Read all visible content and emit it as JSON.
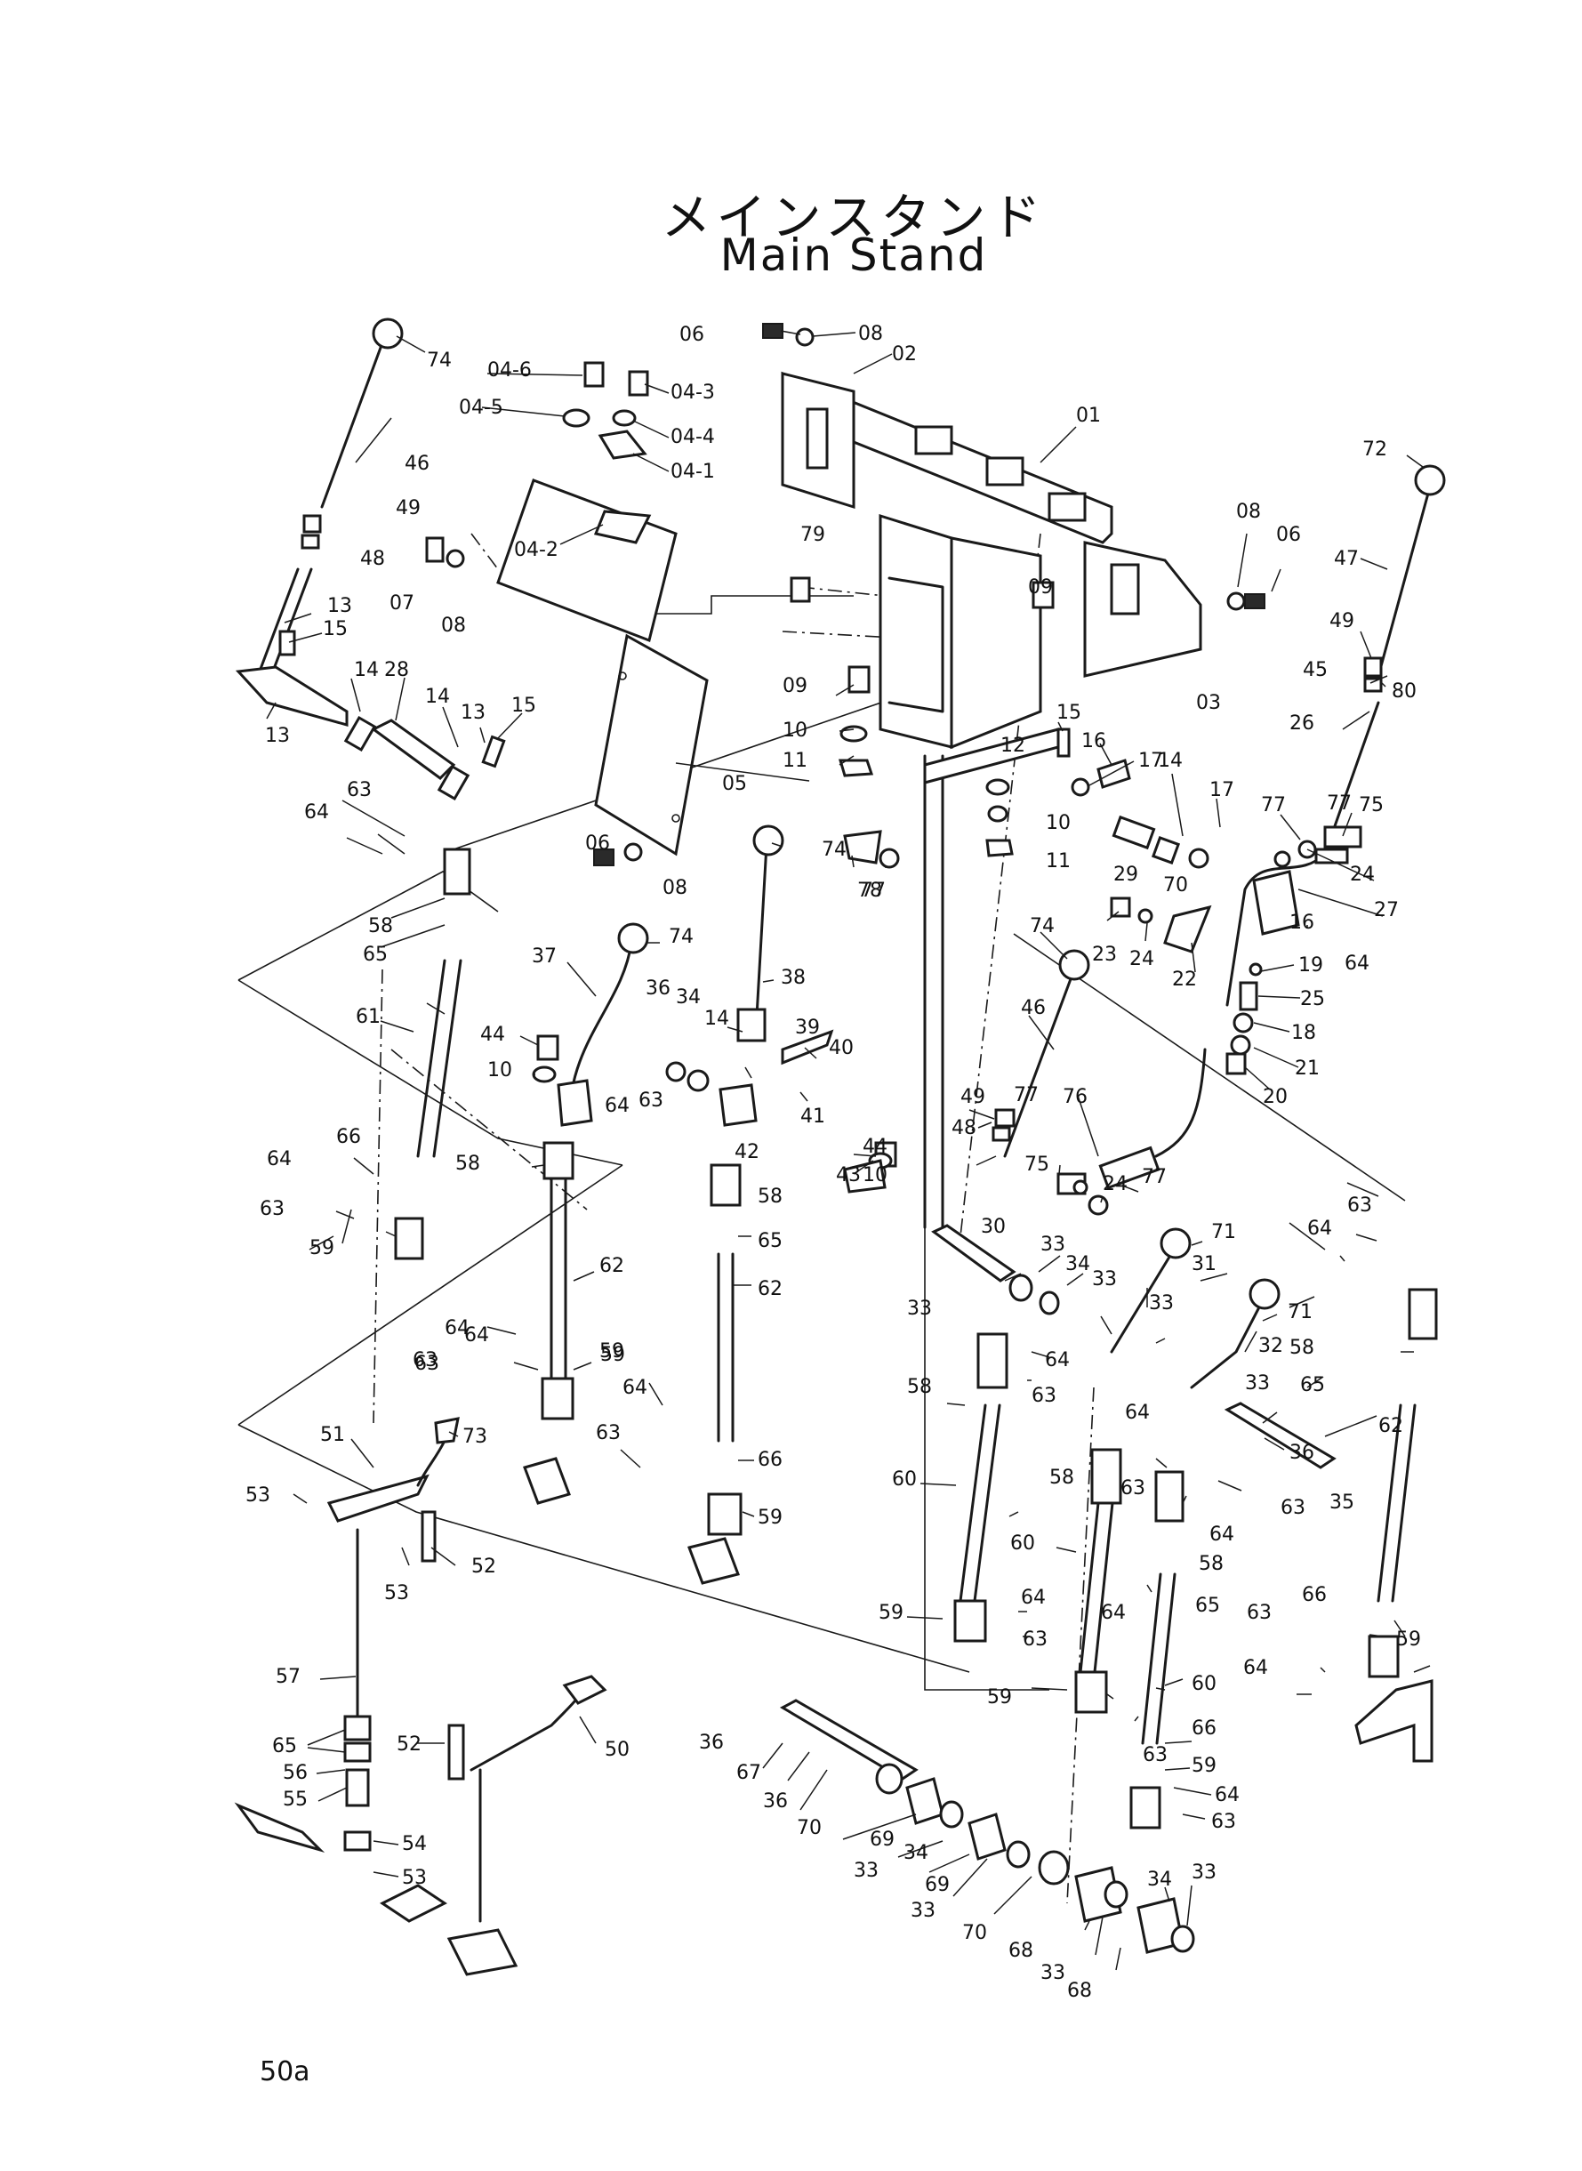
{
  "title_jp": "メインスタンド",
  "title_en": "Main Stand",
  "page_number": "50a",
  "labels": {
    "l01": "01",
    "l02": "02",
    "l03": "03",
    "l04_1": "04-1",
    "l04_2": "04-2",
    "l04_3": "04-3",
    "l04_4": "04-4",
    "l04_5": "04-5",
    "l04_6": "04-6",
    "l05": "05",
    "l06": "06",
    "l07": "07",
    "l08": "08",
    "l09": "09",
    "l10": "10",
    "l11": "11",
    "l12": "12",
    "l13": "13",
    "l14": "14",
    "l15": "15",
    "l16": "16",
    "l17": "17",
    "l18": "18",
    "l19": "19",
    "l20": "20",
    "l21": "21",
    "l22": "22",
    "l23": "23",
    "l24": "24",
    "l25": "25",
    "l26": "26",
    "l27": "27",
    "l28": "28",
    "l29": "29",
    "l30": "30",
    "l31": "31",
    "l32": "32",
    "l33": "33",
    "l34": "34",
    "l35": "35",
    "l36": "36",
    "l37": "37",
    "l38": "38",
    "l39": "39",
    "l40": "40",
    "l41": "41",
    "l42": "42",
    "l43": "43",
    "l44": "44",
    "l45": "45",
    "l46": "46",
    "l47": "47",
    "l48": "48",
    "l49": "49",
    "l50": "50",
    "l51": "51",
    "l52": "52",
    "l53": "53",
    "l54": "54",
    "l55": "55",
    "l56": "56",
    "l57": "57",
    "l58": "58",
    "l59": "59",
    "l60": "60",
    "l61": "61",
    "l62": "62",
    "l63": "63",
    "l64": "64",
    "l65": "65",
    "l66": "66",
    "l67": "67",
    "l68": "68",
    "l69": "69",
    "l70": "70",
    "l71": "71",
    "l72": "72",
    "l73": "73",
    "l74": "74",
    "l75": "75",
    "l76": "76",
    "l77": "77",
    "l78": "78",
    "l79": "79",
    "l80": "80"
  }
}
